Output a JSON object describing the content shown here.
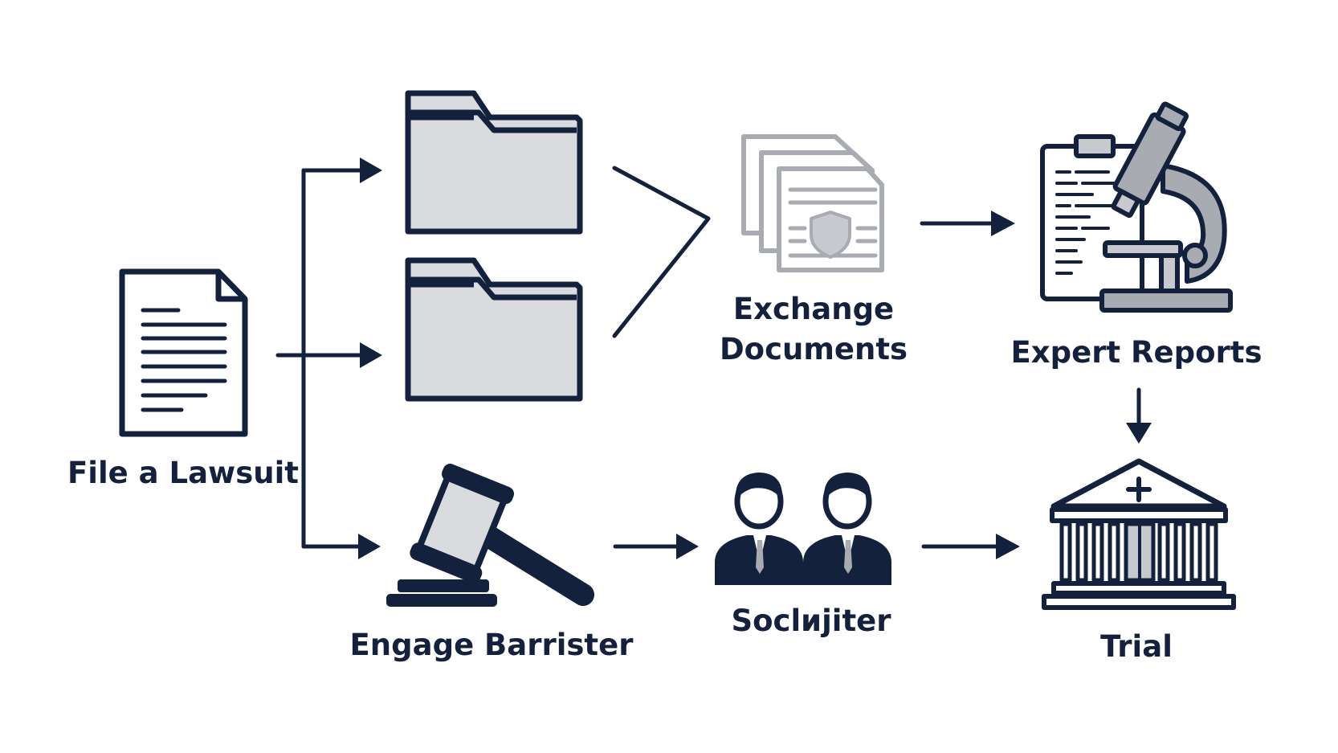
{
  "colors": {
    "navy": "#14213d",
    "folder_fill": "#d9dbdf",
    "gray_icon": "#a8abb2",
    "gray_fill": "#c7c9ce",
    "white": "#ffffff"
  },
  "nodes": {
    "file_lawsuit": {
      "label": "File a Lawsuit",
      "icon": "document-icon"
    },
    "folder_top": {
      "label": "",
      "icon": "folder-icon"
    },
    "folder_middle": {
      "label": "",
      "icon": "folder-icon"
    },
    "exchange_documents": {
      "label_line1": "Exchange",
      "label_line2": "Documents",
      "icon": "documents-stack-icon"
    },
    "expert_reports": {
      "label": "Expert Reports",
      "icon": "microscope-clipboard-icon"
    },
    "engage_barrister": {
      "label": "Engage Barrister",
      "icon": "gavel-icon"
    },
    "solicitor": {
      "label": "Soclијiter",
      "icon": "people-icon"
    },
    "trial": {
      "label": "Trial",
      "icon": "courthouse-icon"
    }
  }
}
